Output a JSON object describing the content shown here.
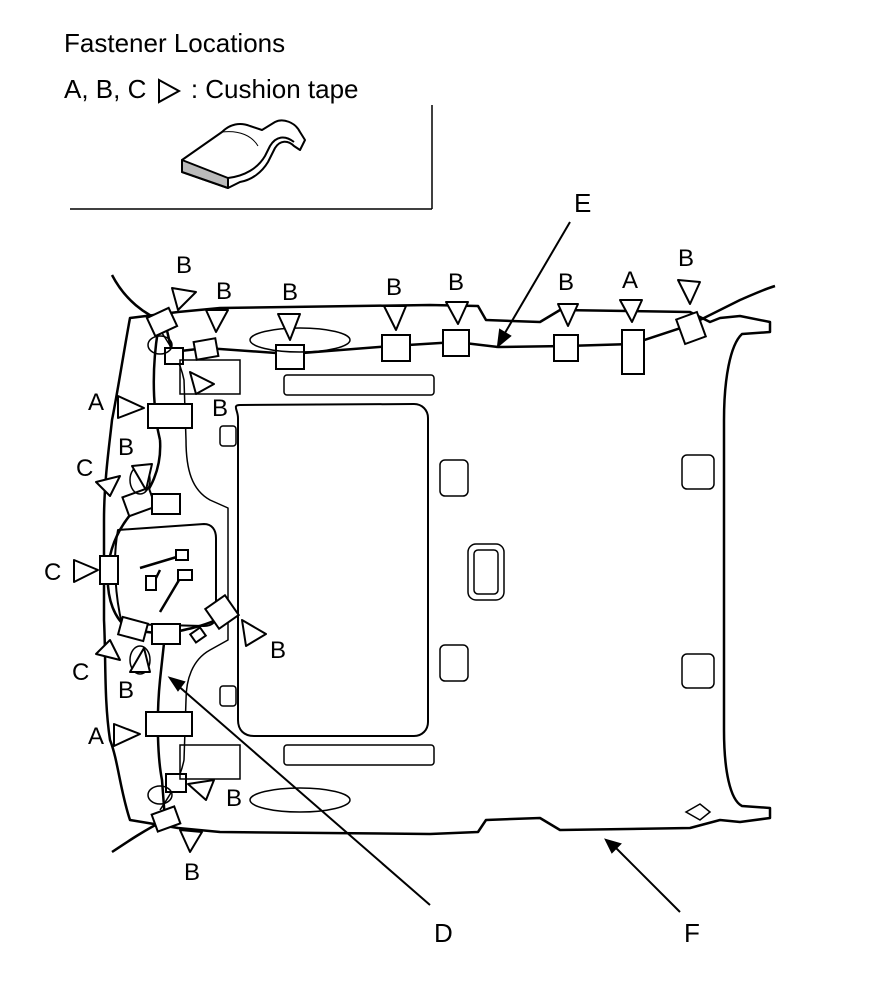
{
  "title": "Fastener Locations",
  "legend": {
    "codes": "A, B, C",
    "description": ": Cushion tape"
  },
  "callouts": {
    "D": "D",
    "E": "E",
    "F": "F"
  },
  "labels": {
    "A": "A",
    "B": "B",
    "C": "C"
  }
}
